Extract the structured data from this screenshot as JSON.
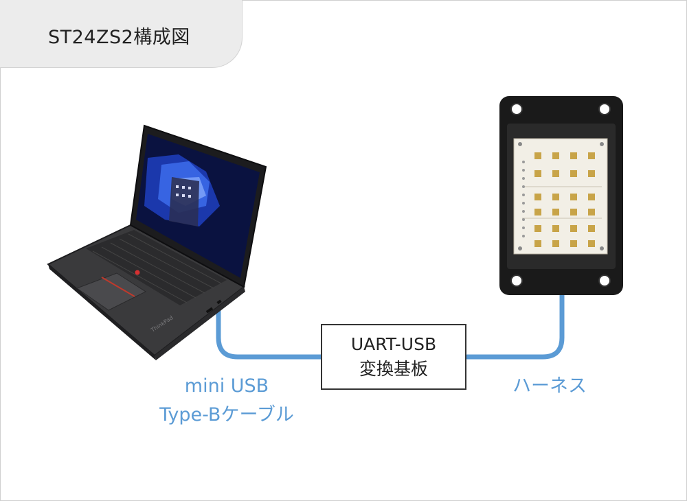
{
  "title": "ST24ZS2構成図",
  "converter": {
    "line1": "UART-USB",
    "line2": "変換基板"
  },
  "cable": {
    "line1": "mini USB",
    "line2": "Type-Bケーブル"
  },
  "harness": {
    "label": "ハーネス"
  },
  "laptop": {
    "brand_text": "ThinkPad"
  },
  "colors": {
    "cable": "#5b9bd5",
    "title_bg": "#ececec",
    "box_border": "#333333"
  }
}
